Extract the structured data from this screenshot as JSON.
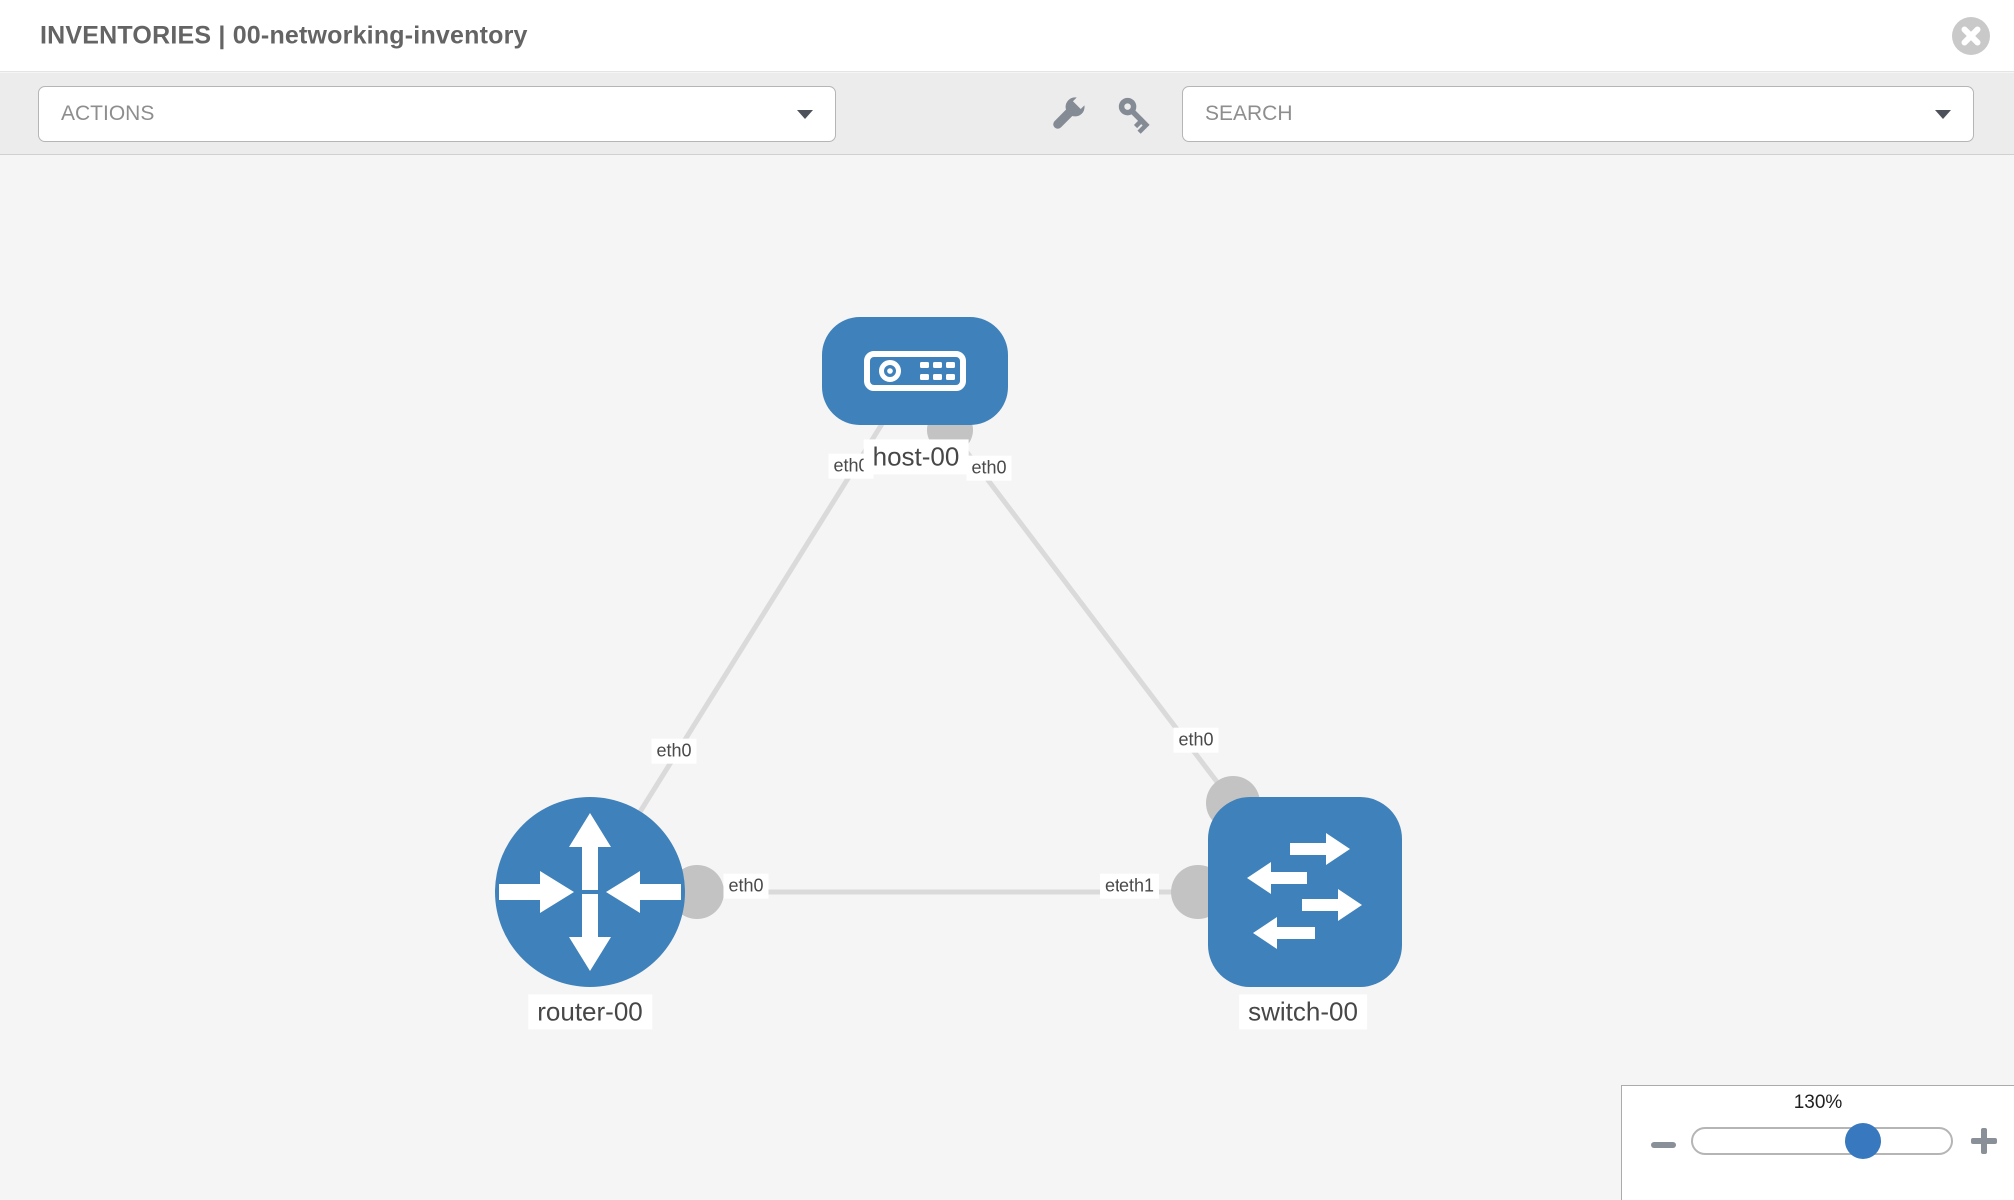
{
  "header": {
    "title": "INVENTORIES | 00-networking-inventory"
  },
  "toolbar": {
    "actions_label": "ACTIONS",
    "search_label": "SEARCH",
    "icons": [
      "wrench-icon",
      "key-icon"
    ]
  },
  "canvas": {
    "nodes": [
      {
        "label": "host-00",
        "type": "host",
        "icon": "host-icon"
      },
      {
        "label": "router-00",
        "type": "router",
        "icon": "router-icon"
      },
      {
        "label": "switch-00",
        "type": "switch",
        "icon": "switch-icon"
      }
    ],
    "links": [
      {
        "from": "host-00",
        "from_if": "eth0",
        "to": "router-00",
        "to_if": "eth0"
      },
      {
        "from": "host-00",
        "from_if": "eth0",
        "to": "switch-00",
        "to_if": "eth0"
      },
      {
        "from": "router-00",
        "from_if": "eth0",
        "to": "switch-00",
        "to_if": "eth1",
        "to_if_overlapped": "et"
      }
    ]
  },
  "zoom_control": {
    "level": "130%",
    "icons": [
      "minus-icon",
      "plus-icon"
    ]
  },
  "colors": {
    "node_blue": "#3f81ba",
    "knob_blue": "#3778be",
    "link_gray": "#dadada",
    "dot_gray": "#c3c3c3",
    "toolbar_gray": "#ececec",
    "canvas_gray": "#f5f5f6"
  }
}
